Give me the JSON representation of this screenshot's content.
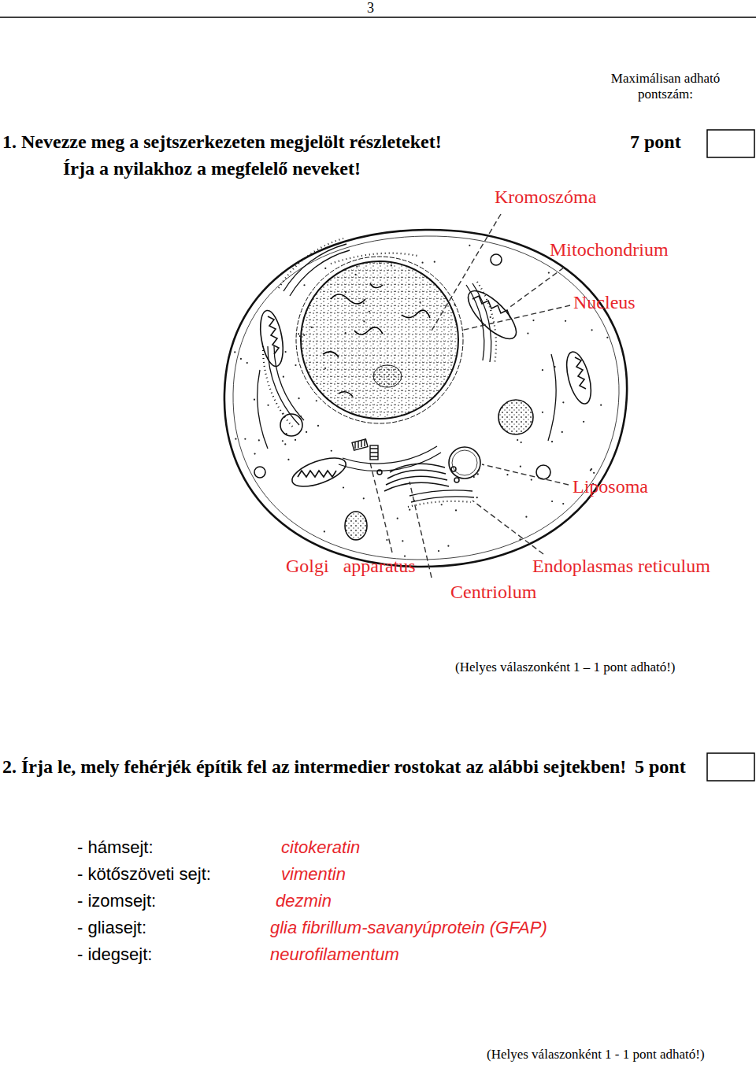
{
  "diagram": {
    "labels": [
      "3",
      "Maximálisan adható pontszám:",
      "1. Nevezze meg a sejtszerkezeten megjelölt részleteket!",
      "7 pont",
      "Írja a nyilakhoz a megfelelő neveket!",
      "Kromoszóma",
      "Mitochondrium",
      "Nucleus",
      "Liposoma",
      "Golgi apparatus",
      "Endoplasmas reticulum",
      "Centriolum",
      "(Helyes válaszonként 1 – 1 pont adható!)",
      "2. Írja le, mely fehérjék építik fel az intermedier rostokat az alábbi sejtekben!",
      "5 pont",
      "- hámsejt:",
      "citokeratin",
      "- kötőszöveti sejt:",
      "vimentin",
      "- izomsejt:",
      "dezmin",
      "- gliasejt:",
      "glia fibrillum-savanyúprotein (GFAP)",
      "- idegsejt:",
      "neurofilamentum",
      "(Helyes válaszonként 1 - 1 pont adható!)"
    ]
  }
}
